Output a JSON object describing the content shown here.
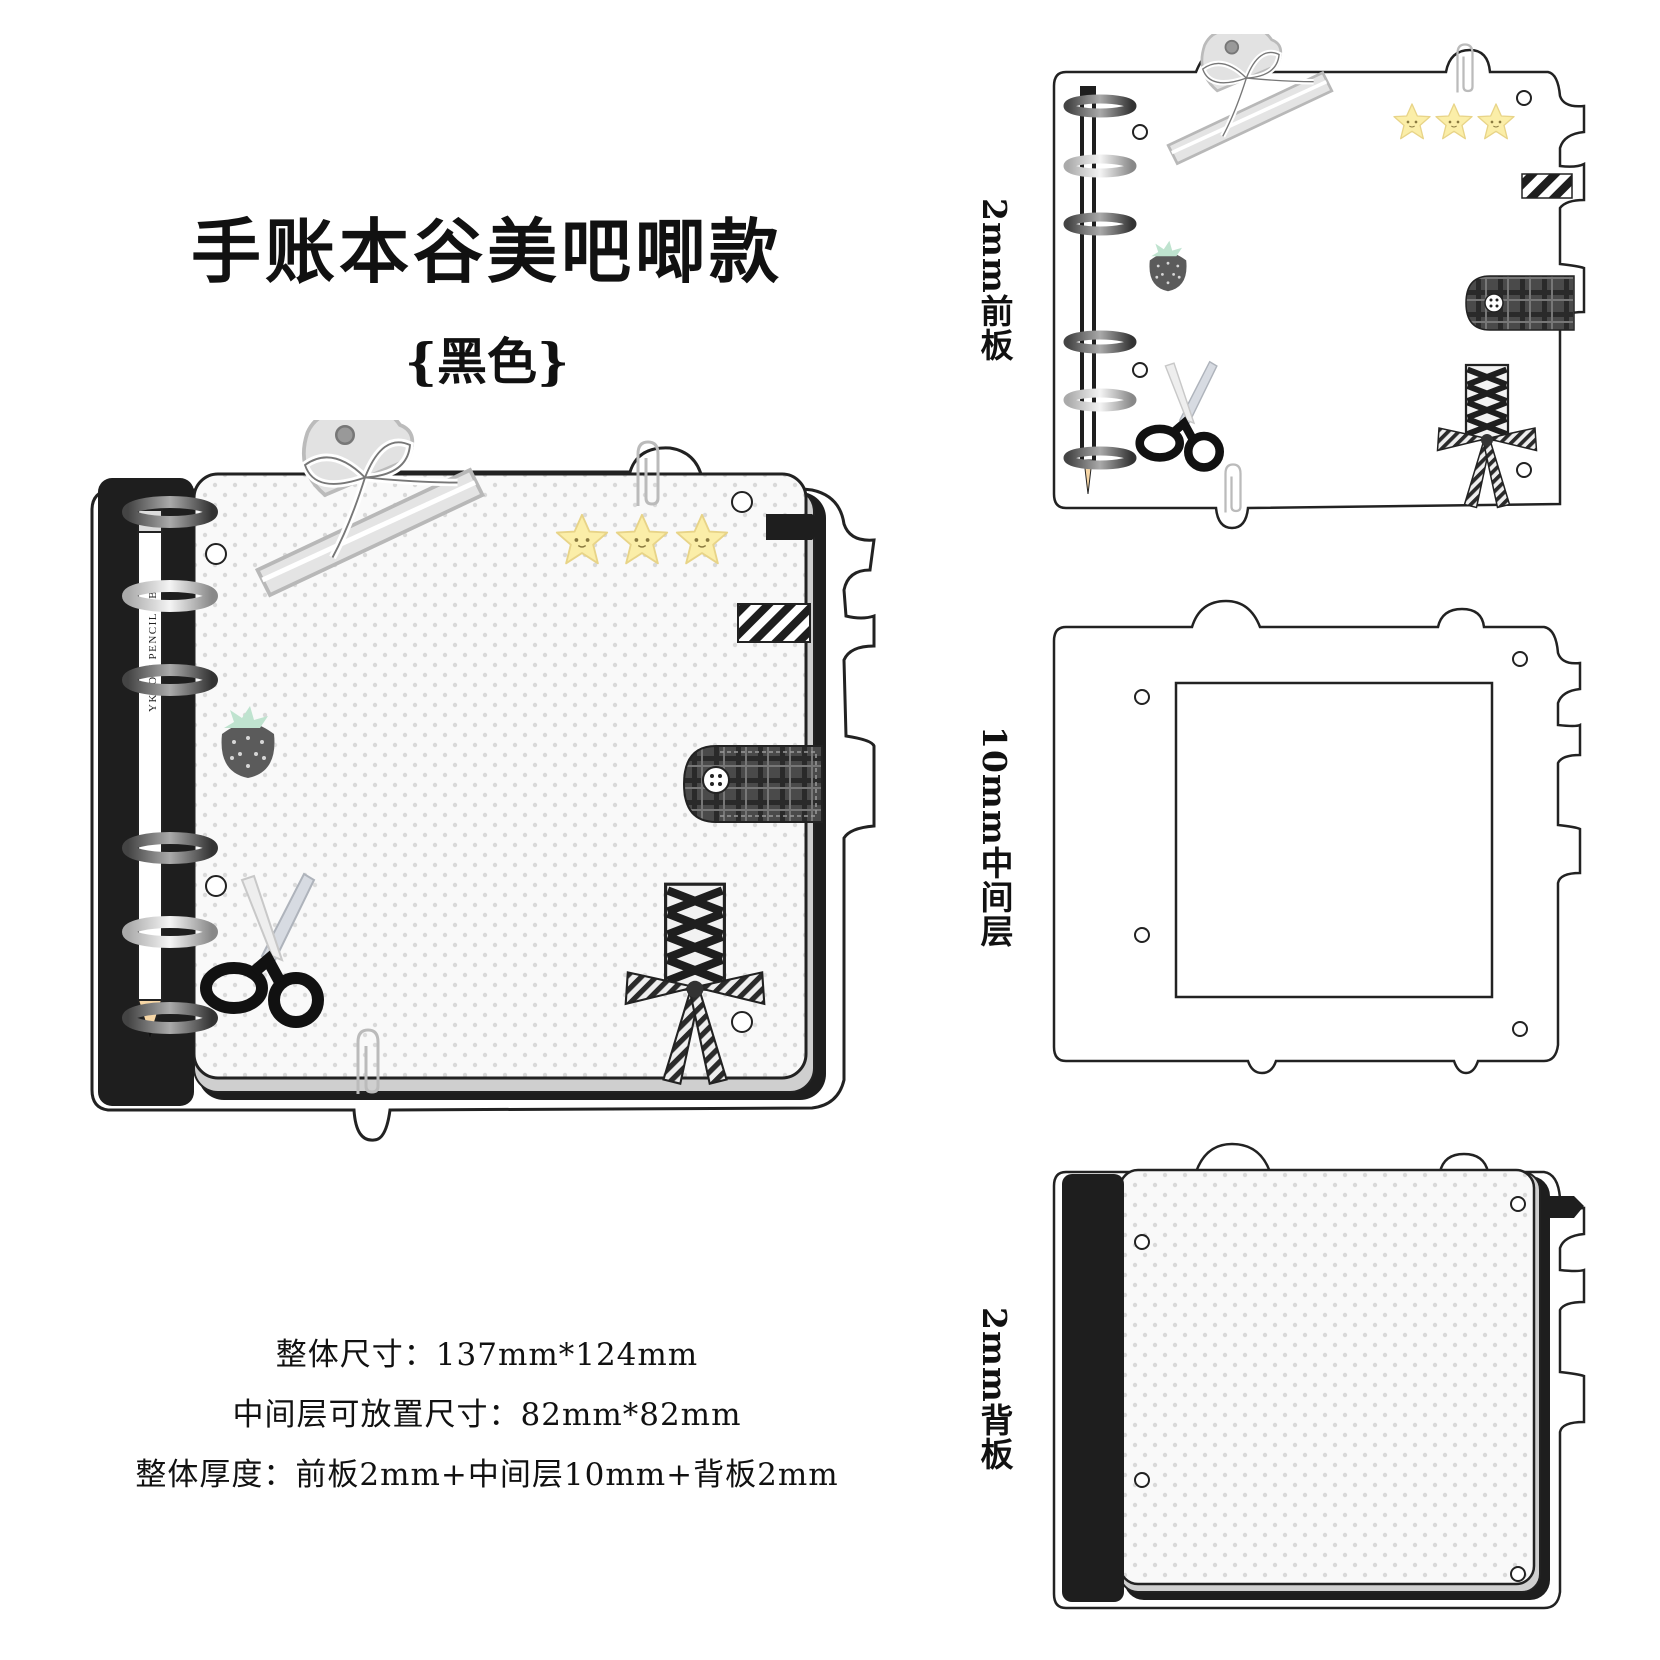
{
  "title": "手账本谷美吧唧款",
  "subtitle": "{黑色}",
  "specs": {
    "overall_size": "整体尺寸：137mm*124mm",
    "middle_size": "中间层可放置尺寸：82mm*82mm",
    "thickness": "整体厚度：前板2mm+中间层10mm+背板2mm"
  },
  "layers": {
    "front": "2mm前板",
    "middle": "10mm中间层",
    "back": "2mm背板"
  },
  "pencil_text": "YKLOW PENCIL  HB",
  "colors": {
    "spine": "#1e1e1e",
    "paper": "#f8f8f8",
    "dot": "#d8d8d8",
    "star": "#fbeea8",
    "strawberry": "#5a5a5a",
    "leaf": "#bfe3cf",
    "outline": "#222222"
  },
  "icons": [
    "binder-clip-icon",
    "bow-icon",
    "star-icon",
    "strawberry-icon",
    "scissors-icon",
    "paperclip-icon",
    "pencil-icon",
    "plaid-strap-icon",
    "button-icon",
    "corset-ribbon-icon",
    "striped-tab-icon",
    "ring-icon"
  ]
}
